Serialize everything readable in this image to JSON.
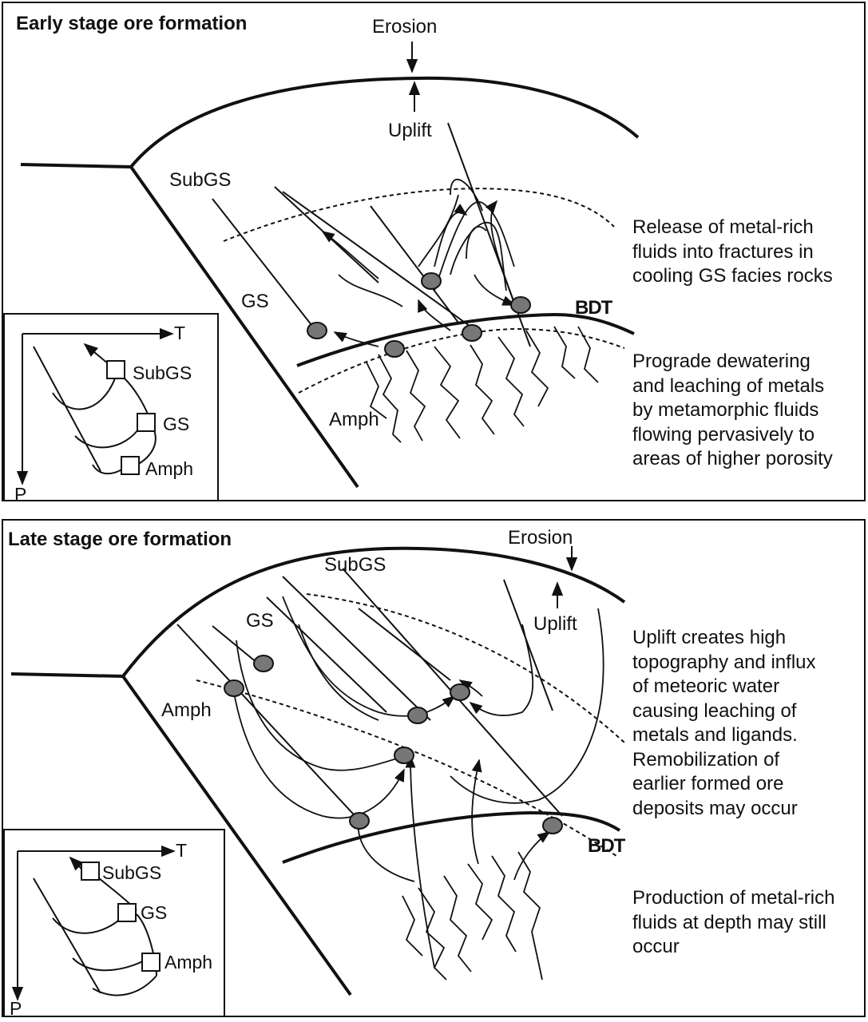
{
  "early": {
    "title": "Early stage ore formation",
    "erosion": "Erosion",
    "uplift": "Uplift",
    "subgs": "SubGS",
    "gs": "GS",
    "amph": "Amph",
    "bdt": "BDT",
    "text1": [
      "Release of metal-rich",
      "fluids into fractures in",
      "cooling GS facies rocks"
    ],
    "text2": [
      "Prograde dewatering",
      "and leaching of metals",
      "by metamorphic fluids",
      "flowing pervasively to",
      "areas of higher porosity"
    ],
    "inset": {
      "t_axis": "T",
      "p_axis": "P",
      "subgs": "SubGS",
      "gs": "GS",
      "amph": "Amph"
    }
  },
  "late": {
    "title": "Late stage ore formation",
    "erosion": "Erosion",
    "uplift": "Uplift",
    "subgs": "SubGS",
    "gs": "GS",
    "amph": "Amph",
    "bdt": "BDT",
    "text1": [
      "Uplift creates high",
      "topography and influx",
      "of meteoric water",
      "causing leaching of",
      "metals and ligands.",
      "Remobilization of",
      "earlier formed ore",
      "deposits may occur"
    ],
    "text2": [
      "Production of metal-rich",
      "fluids at depth may still",
      "occur"
    ],
    "inset": {
      "t_axis": "T",
      "p_axis": "P",
      "subgs": "SubGS",
      "gs": "GS",
      "amph": "Amph"
    }
  }
}
